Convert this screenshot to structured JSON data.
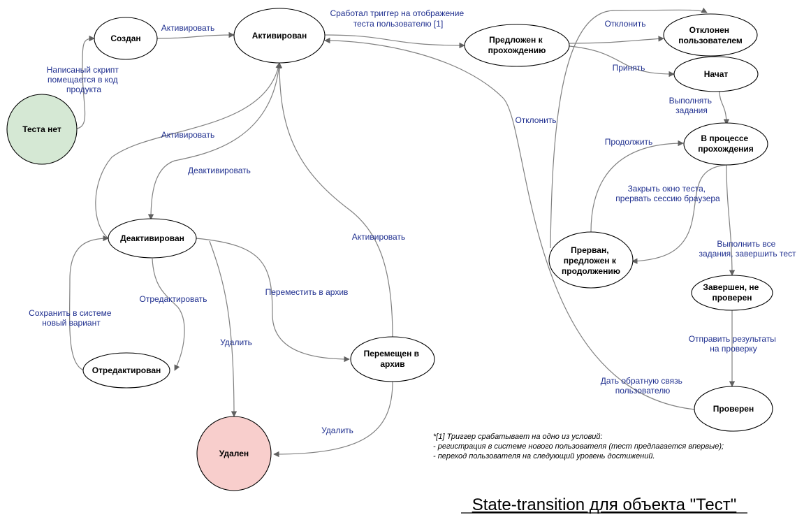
{
  "nodes": {
    "no_test": "Теста нет",
    "created": "Создан",
    "activated": "Активирован",
    "offered": [
      "Предложен к",
      "прохождению"
    ],
    "declined": [
      "Отклонен",
      "пользователем"
    ],
    "started": "Начат",
    "in_progress": [
      "В процессе",
      "прохождения"
    ],
    "interrupted": [
      "Прерван,",
      "предложен к",
      "продолжению"
    ],
    "finished": [
      "Завершен, не",
      "проверен"
    ],
    "checked": "Проверен",
    "deactivated": "Деактивирован",
    "edited": "Отредактирован",
    "archived": [
      "Перемещен в",
      "архив"
    ],
    "deleted": "Удален"
  },
  "edges": {
    "script_in_code": [
      "Написаный скрипт",
      "помещается в код",
      "продукта"
    ],
    "activate_1": "Активировать",
    "trigger": [
      "Сработал триггер на отображение",
      "теста пользователю [1]"
    ],
    "decline_1": "Отклонить",
    "accept": "Принять",
    "do_tasks": [
      "Выполнять",
      "задания"
    ],
    "decline_2": "Отклонить",
    "continue": "Продолжить",
    "close_window": [
      "Закрыть окно теста,",
      "прервать сессию браузера"
    ],
    "complete_all": [
      "Выполнить все",
      "задания, завершить тест"
    ],
    "send_results": [
      "Отправить результаты",
      "на проверку"
    ],
    "feedback": [
      "Дать обратную связь",
      "пользователю"
    ],
    "activate_2": "Активировать",
    "deactivate": "Деактивировать",
    "activate_3": "Активировать",
    "move_archive": "Переместить в архив",
    "edit": "Отредактировать",
    "save_variant": [
      "Сохранить в системе",
      "новый вариант"
    ],
    "delete_1": "Удалить",
    "delete_2": "Удалить"
  },
  "footnote": [
    "*[1] Триггер срабатывает на одно из условий:",
    "- регистрация в системе нового пользователя (тест предлагается впервые);",
    "- переход пользователя на следующий уровень достижений."
  ],
  "title": "State-transition для объекта \"Тест\"",
  "colors": {
    "start_fill": "#d5e8d4",
    "start_stroke": "#82b366",
    "end_fill": "#f8cecc",
    "end_stroke": "#b85450",
    "edge": "#808080",
    "edge_label": "#1f2f8f"
  }
}
